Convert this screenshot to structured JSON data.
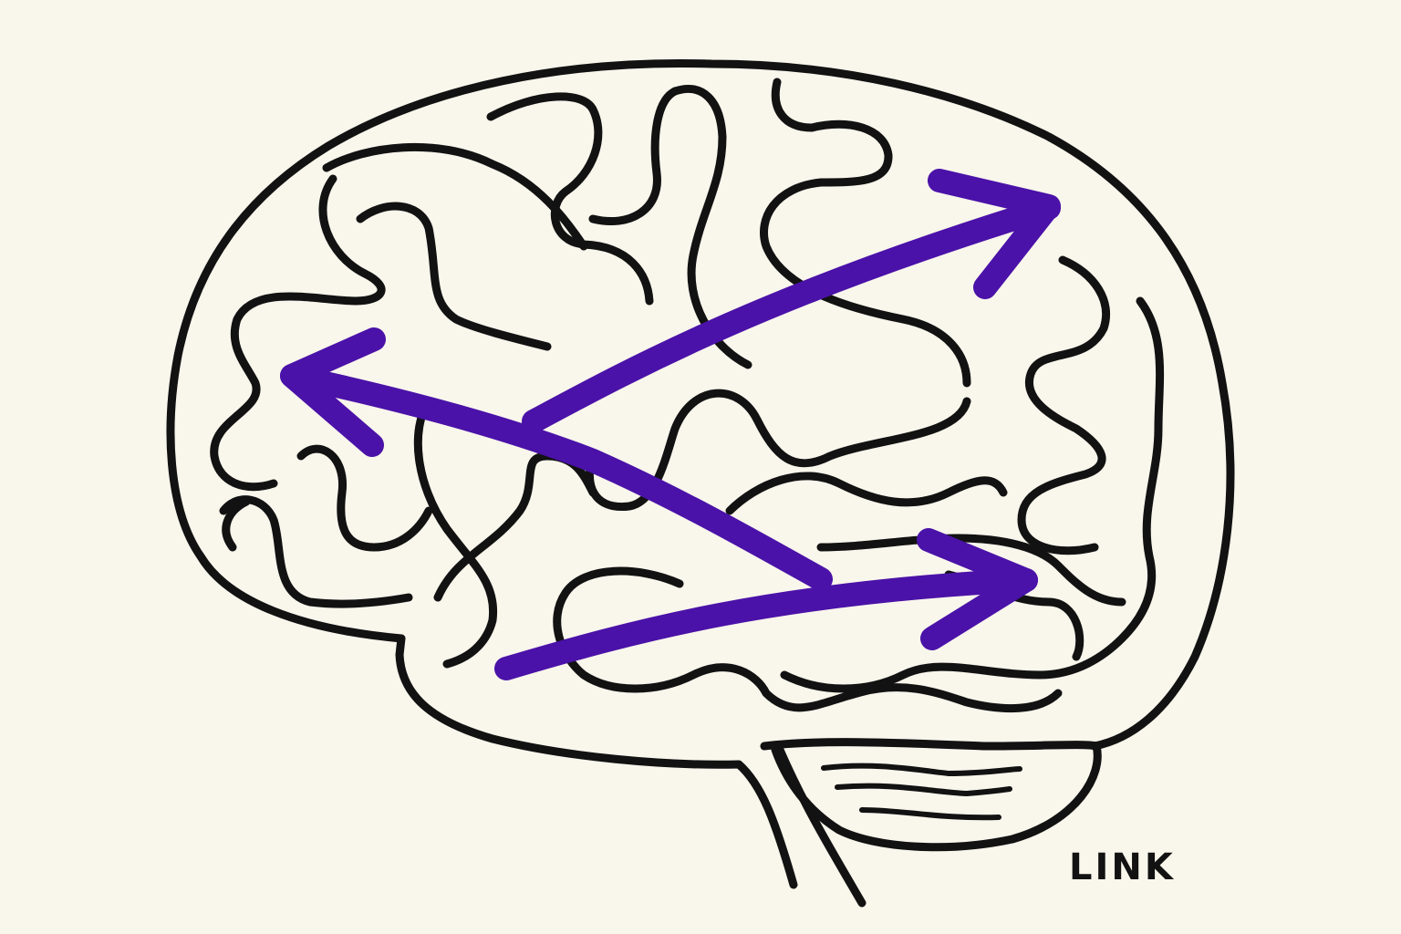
{
  "illustration": {
    "subject": "brain with interconnected pathways",
    "signature": "LINK",
    "colors": {
      "background": "#f9f6ec",
      "ink": "#121212",
      "arrow": "#4a12a8"
    },
    "arrows": [
      {
        "name": "arrow-up-right",
        "direction": "up-right"
      },
      {
        "name": "arrow-left",
        "direction": "left"
      },
      {
        "name": "arrow-right-lower",
        "direction": "right"
      }
    ]
  }
}
